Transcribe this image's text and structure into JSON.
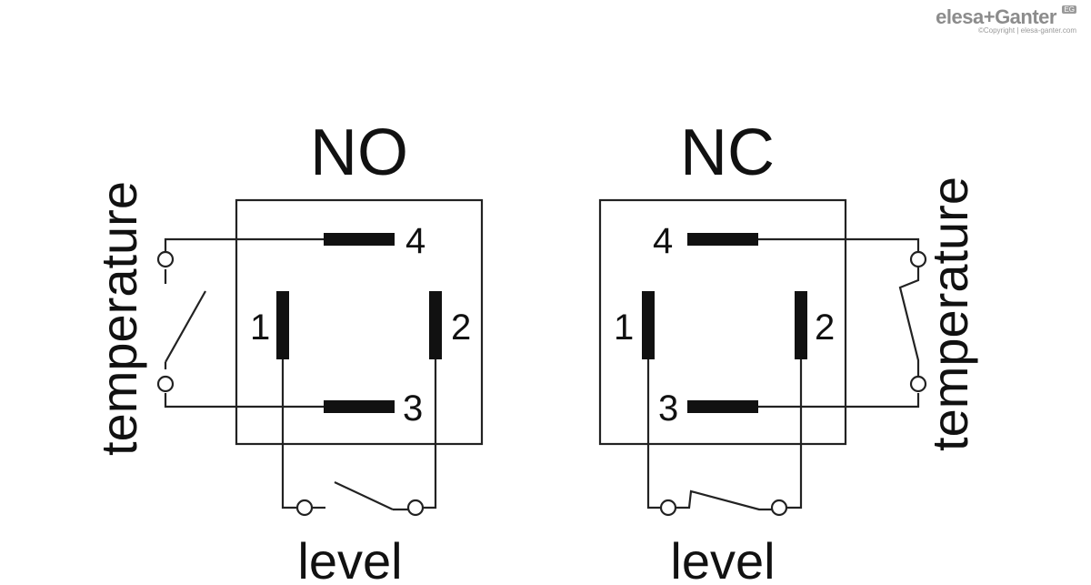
{
  "logo": {
    "brand": "elesa+Ganter",
    "badge": "EG",
    "copyright": "©Copyright | elesa-ganter.com"
  },
  "diagrams": [
    {
      "title": "NO",
      "pins": {
        "p1": "1",
        "p2": "2",
        "p3": "3",
        "p4": "4"
      },
      "side_label": "temperature",
      "bottom_label": "level"
    },
    {
      "title": "NC",
      "pins": {
        "p1": "1",
        "p2": "2",
        "p3": "3",
        "p4": "4"
      },
      "side_label": "temperature",
      "bottom_label": "level"
    }
  ],
  "colors": {
    "line": "#222222",
    "text": "#111111",
    "logo": "#8c8c8c"
  }
}
